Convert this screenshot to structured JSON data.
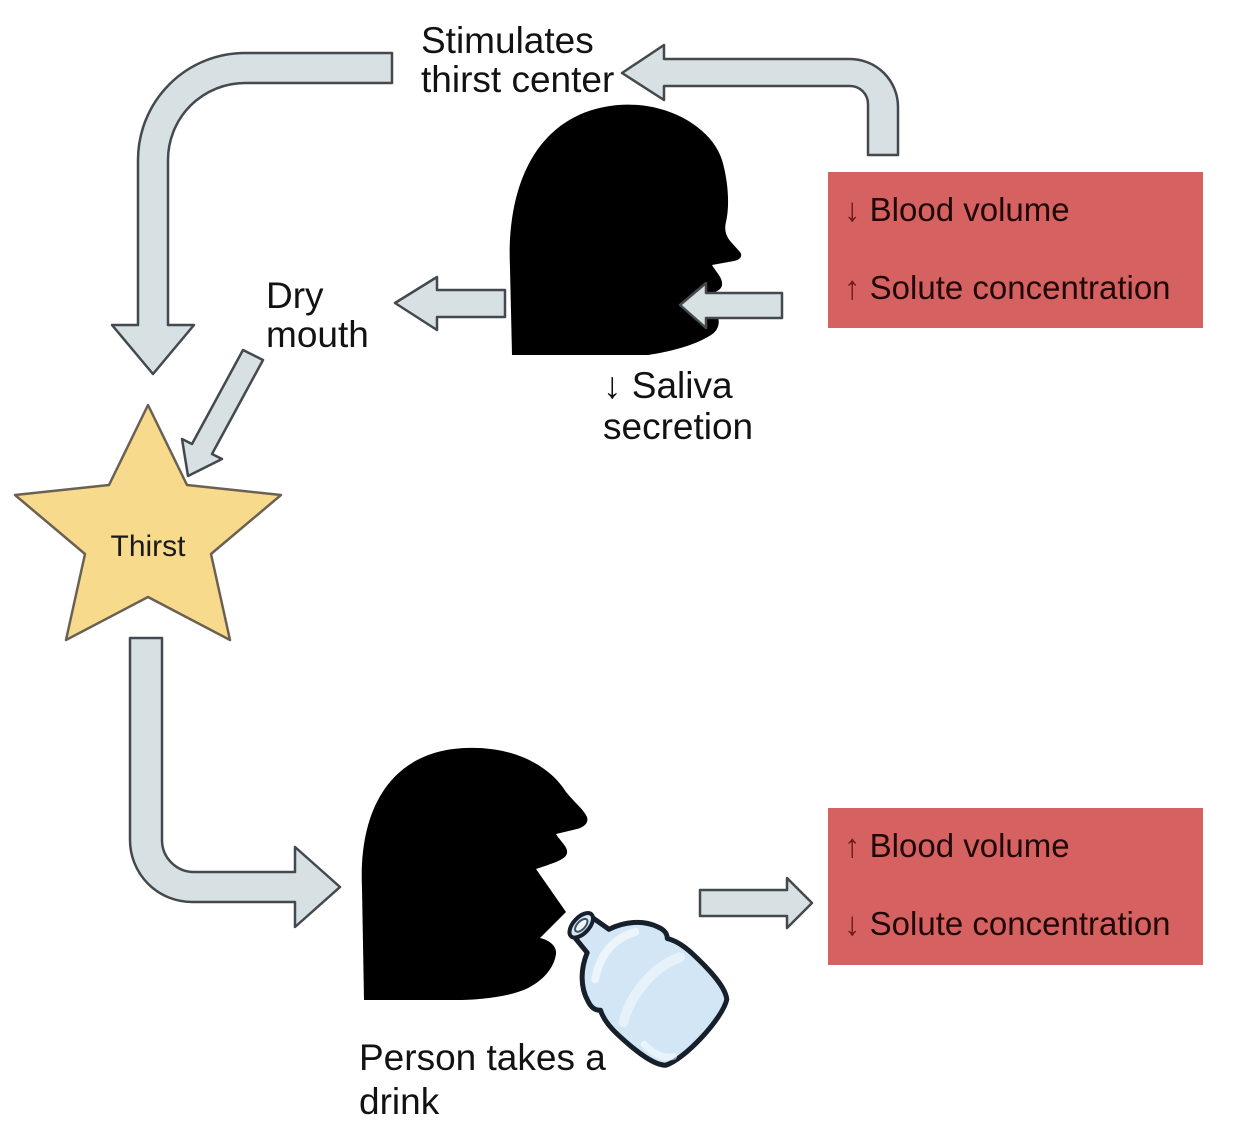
{
  "labels": {
    "stimulates": {
      "line1": "Stimulates",
      "line2": "thirst center"
    },
    "dry_mouth": {
      "line1": "Dry",
      "line2": "mouth"
    },
    "saliva": {
      "line1": "↓ Saliva",
      "line2": "secretion"
    },
    "thirst": "Thirst",
    "person_drink": {
      "line1": "Person takes a",
      "line2": "drink"
    }
  },
  "boxes": {
    "dehydration": {
      "line1": {
        "glyph": "↓",
        "text": "Blood volume"
      },
      "line2": {
        "glyph": "↑",
        "text": "Solute concentration"
      }
    },
    "rehydration": {
      "line1": {
        "glyph": "↑",
        "text": "Blood volume"
      },
      "line2": {
        "glyph": "↓",
        "text": "Solute concentration"
      }
    }
  },
  "icons": {
    "head_top": "head-silhouette-profile",
    "head_bottom": "head-silhouette-drinking",
    "bottle": "water-jug-bottle",
    "star": "thirst-star-burst",
    "arrows": [
      "curved-arrow-thirst-center-to-star",
      "elbow-arrow-blood-box-to-thirst-center",
      "arrow-head-to-dry-mouth",
      "arrow-blood-box-to-mouth",
      "arrow-dry-mouth-to-star",
      "elbow-arrow-star-to-person",
      "arrow-person-to-blood-box"
    ]
  },
  "colors": {
    "background": "#ffffff",
    "arrow_fill": "#d7e0e2",
    "arrow_stroke": "#43494e",
    "star_fill": "#f8da8d",
    "star_stroke": "#6a6153",
    "box_background": "#d66161",
    "box_text": "#200808",
    "box_glyph": "#6d1a1a",
    "label_text": "#121212",
    "silhouette": "#000000",
    "bottle_fill": "#d3e6f6",
    "bottle_stroke": "#15202b"
  }
}
